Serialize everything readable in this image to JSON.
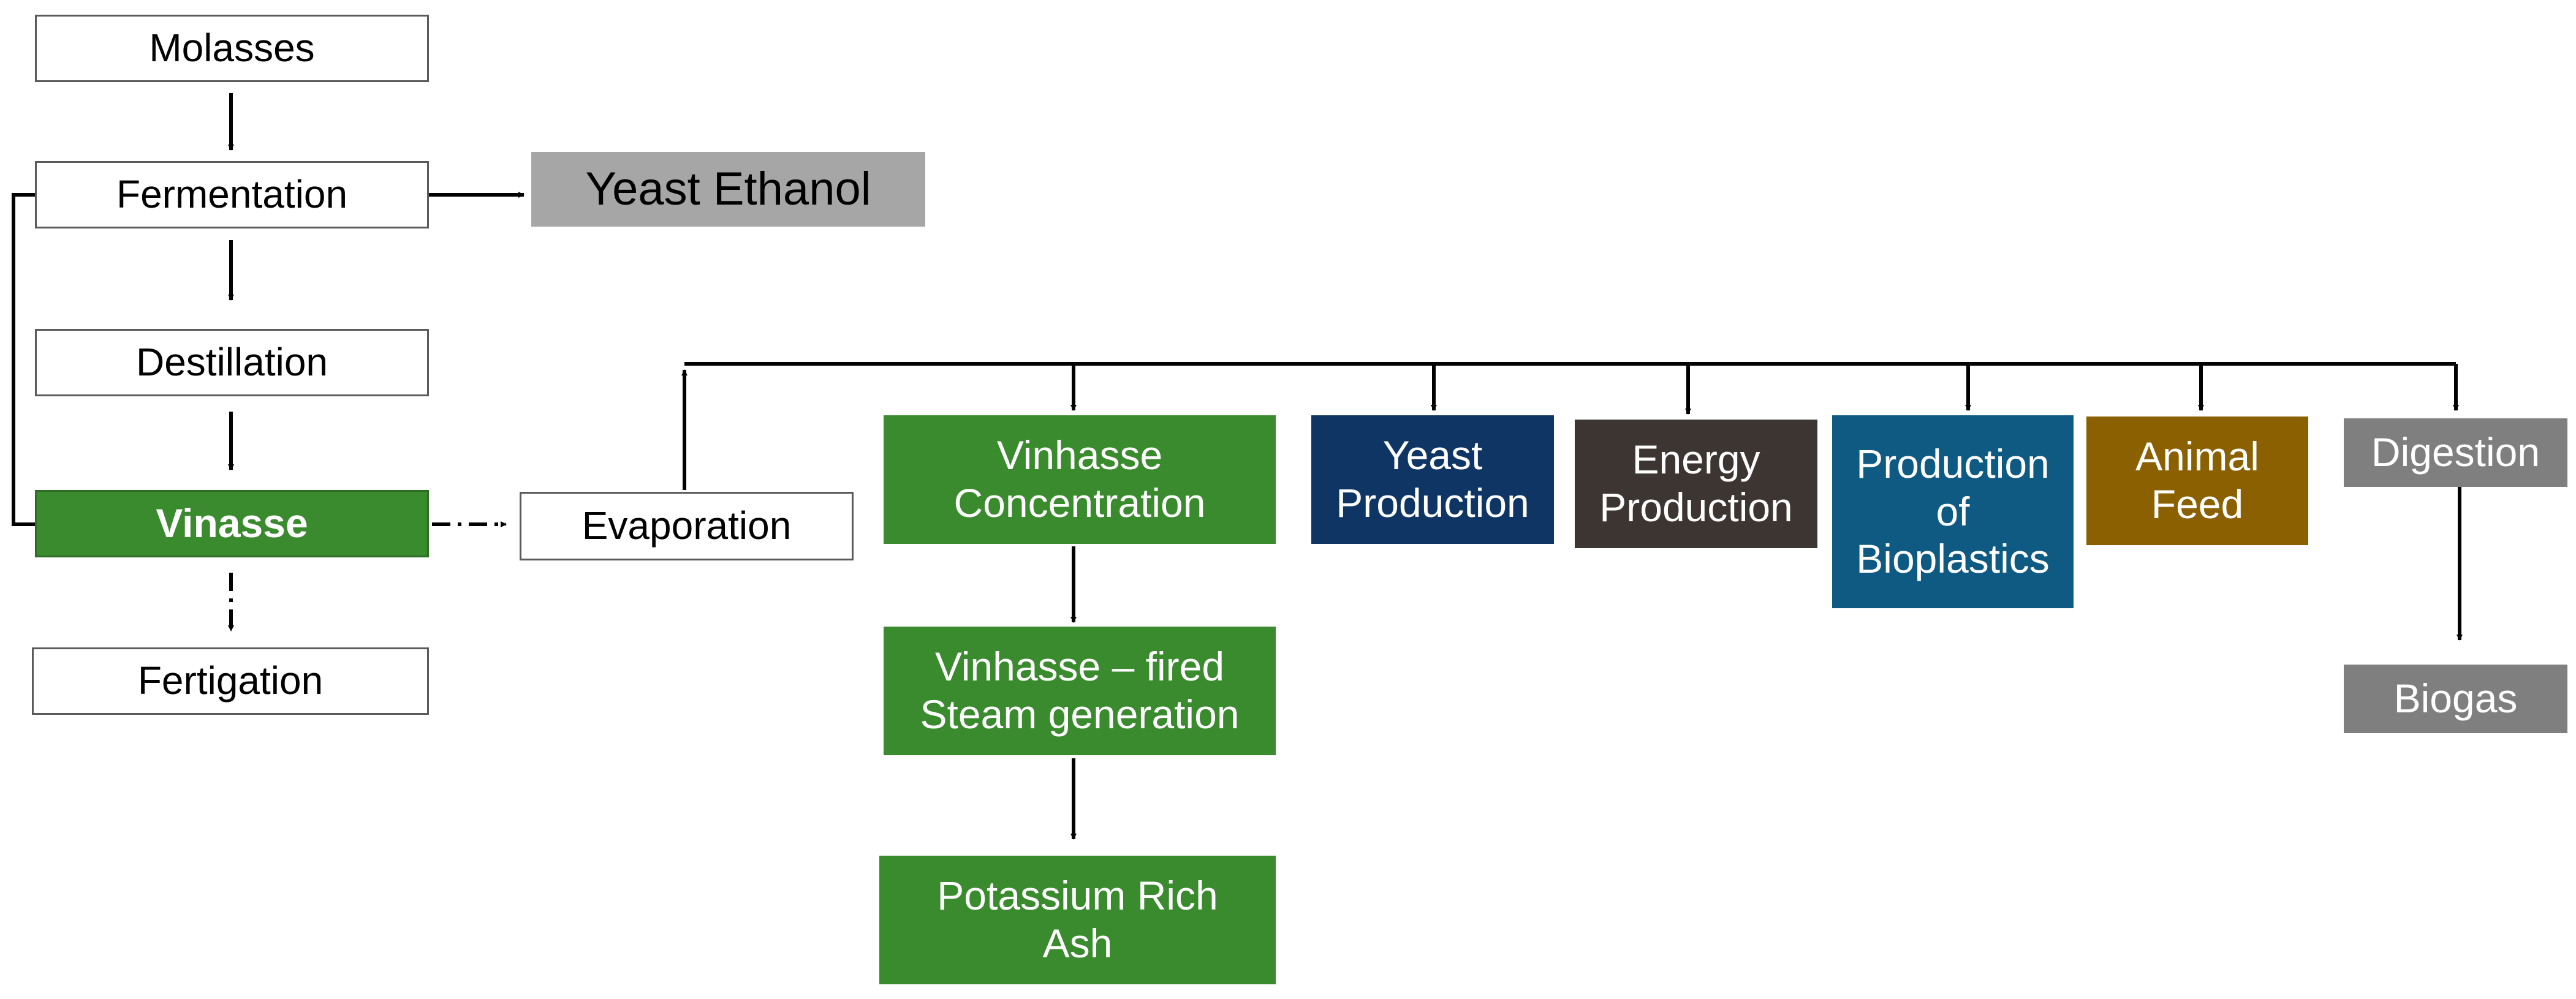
{
  "colors": {
    "green": "#3a8a2e",
    "yeast_ethanol_grey": "#a6a6a6",
    "navy": "#0f3564",
    "dark_brown": "#3d3532",
    "teal_blue": "#0f5a82",
    "brown": "#8a6000",
    "grey": "#7f7f7f",
    "line": "#000000"
  },
  "nodes": {
    "molasses": "Molasses",
    "fermentation": "Fermentation",
    "yeast_ethanol": "Yeast Ethanol",
    "destillation": "Destillation",
    "vinasse": "Vinasse",
    "fertigation": "Fertigation",
    "evaporation": "Evaporation",
    "vinhasse_concentration": "Vinhasse\nConcentration",
    "vinhasse_fired_steam": "Vinhasse – fired\nSteam generation",
    "potassium_rich_ash": "Potassium Rich\nAsh",
    "yeast_production": "Yeast\nProduction",
    "energy_production": "Energy\nProduction",
    "production_of_bioplastics": "Production\nof\nBioplastics",
    "animal_feed": "Animal\nFeed",
    "digestion": "Digestion",
    "biogas": "Biogas"
  }
}
